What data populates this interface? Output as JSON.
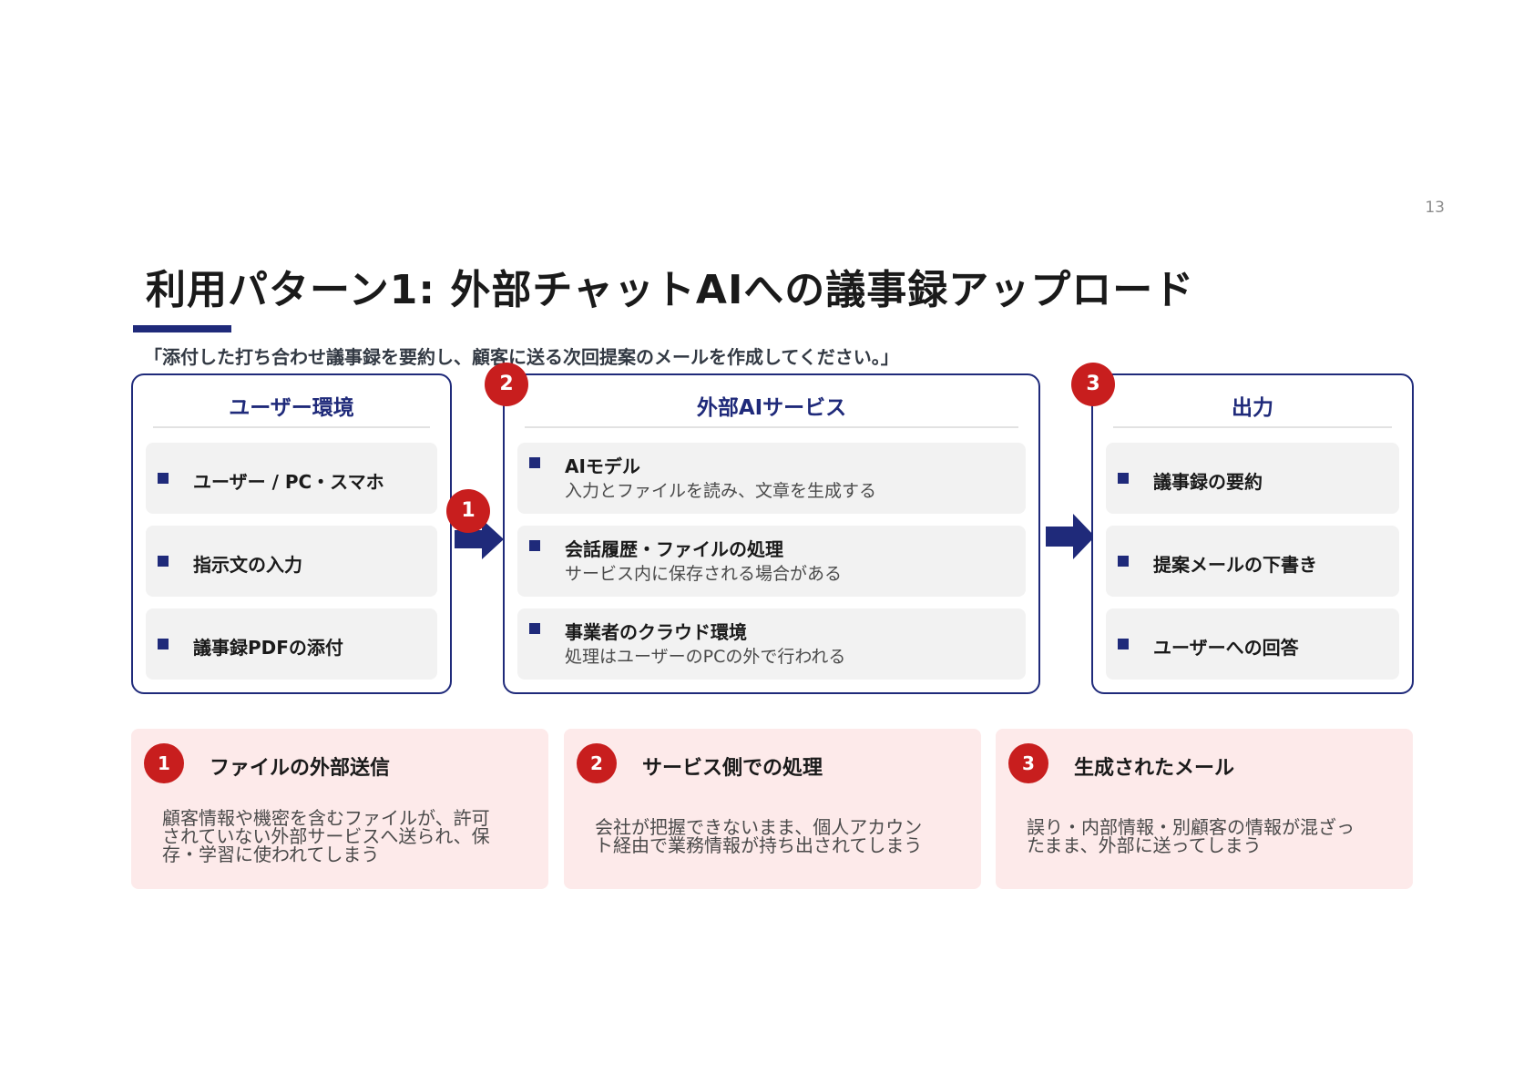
{
  "page_number": "13",
  "title": "利用パターン1: 外部チャットAIへの議事録アップロード",
  "prompt": "「添付した打ち合わせ議事録を要約し、顧客に送る次回提案のメールを作成してください。」",
  "panels": [
    {
      "heading": "ユーザー環境",
      "items": [
        {
          "label": "ユーザー / PC・スマホ"
        },
        {
          "label": "指示文の入力"
        },
        {
          "label": "議事録PDFの添付"
        }
      ]
    },
    {
      "heading": "外部AIサービス",
      "badge": "2",
      "items": [
        {
          "label": "AIモデル",
          "desc": "入力とファイルを読み、文章を生成する"
        },
        {
          "label": "会話履歴・ファイルの処理",
          "desc": "サービス内に保存される場合がある"
        },
        {
          "label": "事業者のクラウド環境",
          "desc": "処理はユーザーのPCの外で行われる"
        }
      ]
    },
    {
      "heading": "出力",
      "badge": "3",
      "items": [
        {
          "label": "議事録の要約"
        },
        {
          "label": "提案メールの下書き"
        },
        {
          "label": "ユーザーへの回答"
        }
      ]
    }
  ],
  "arrow_badge": "1",
  "risks": [
    {
      "number": "1",
      "title": "ファイルの外部送信",
      "lines": [
        "顧客情報や機密を含むファイルが、許可",
        "されていない外部サービスへ送られ、保",
        "存・学習に使われてしまう"
      ]
    },
    {
      "number": "2",
      "title": "サービス側での処理",
      "lines": [
        "会社が把握できないまま、個人アカウン",
        "ト経由で業務情報が持ち出されてしまう"
      ]
    },
    {
      "number": "3",
      "title": "生成されたメール",
      "lines": [
        "誤り・内部情報・別顧客の情報が混ざっ",
        "たまま、外部に送ってしまう"
      ]
    }
  ],
  "colors": {
    "accent": "#1f2a7a",
    "badge": "#c81e1e",
    "item_bg": "#f2f2f2",
    "risk_bg": "#fdeaea"
  }
}
